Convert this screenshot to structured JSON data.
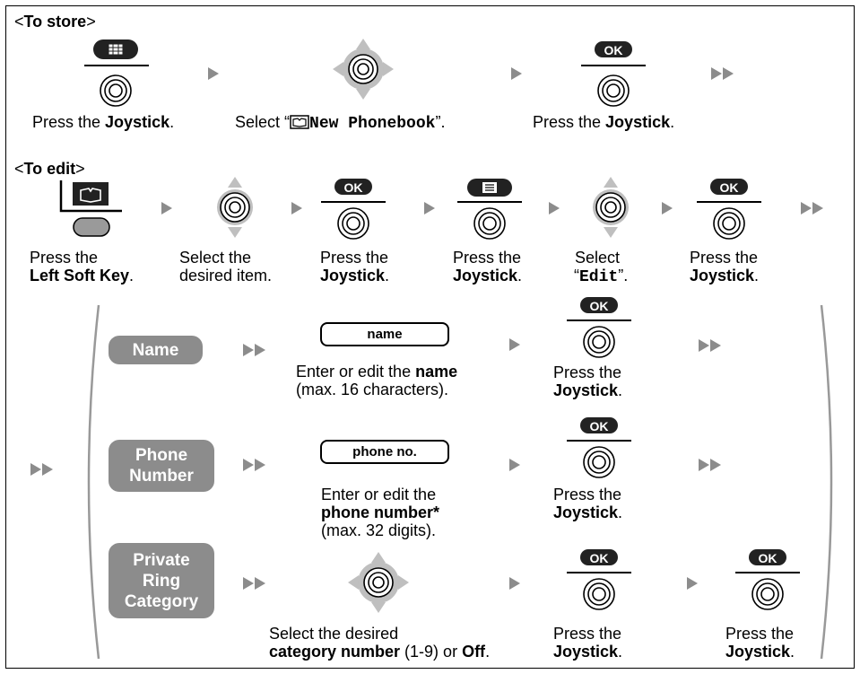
{
  "store": {
    "heading_pre": "<",
    "heading": "To store",
    "heading_post": ">",
    "s1_pre": "Press the ",
    "s1_bold": "Joystick",
    "s1_post": ".",
    "s2_pre": "Select “",
    "s2_mono": "New Phonebook",
    "s2_post": "”.",
    "s3_pre": "Press the ",
    "s3_bold": "Joystick",
    "s3_post": "."
  },
  "edit": {
    "heading_pre": "<",
    "heading": "To edit",
    "heading_post": ">",
    "s1_l1": "Press the",
    "s1_l2": "Left Soft Key",
    "s1_l2_post": ".",
    "s2_l1": "Select the",
    "s2_l2": "desired item.",
    "s3_l1": "Press the",
    "s3_l2": "Joystick",
    "s3_l2_post": ".",
    "s4_l1": "Press the",
    "s4_l2": "Joystick",
    "s4_l2_post": ".",
    "s5_l1": "Select",
    "s5_l2_pre": "“",
    "s5_l2_mono": "Edit",
    "s5_l2_post": "”.",
    "s6_l1": "Press the",
    "s6_l2": "Joystick",
    "s6_l2_post": "."
  },
  "ok_label": "OK",
  "items": {
    "name": {
      "pill": "Name",
      "field": "name",
      "d1_pre": "Enter or edit the ",
      "d1_bold": "name",
      "d2": "(max. 16 characters).",
      "p_l1": "Press the",
      "p_l2": "Joystick",
      "p_l2_post": "."
    },
    "phone": {
      "pill_l1": "Phone",
      "pill_l2": "Number",
      "field": "phone no.",
      "d1": "Enter or edit the",
      "d2": "phone number*",
      "d3": "(max. 32 digits).",
      "p_l1": "Press the",
      "p_l2": "Joystick",
      "p_l2_post": "."
    },
    "ring": {
      "pill_l1": "Private",
      "pill_l2": "Ring",
      "pill_l3": "Category",
      "d1": "Select the desired",
      "d2_b1": "category number",
      "d2_mid": " (1-9) or ",
      "d2_b2": "Off",
      "d2_post": ".",
      "p1_l1": "Press the",
      "p1_l2": "Joystick",
      "p1_l2_post": ".",
      "p2_l1": "Press the",
      "p2_l2": "Joystick",
      "p2_l2_post": "."
    }
  },
  "icons": [
    "menu-button-icon",
    "joystick-press-icon",
    "joystick-navigate-icon",
    "ok-button-icon",
    "phonebook-icon",
    "left-soft-key-icon",
    "list-menu-icon",
    "joystick-updown-icon",
    "next-step-arrow-icon",
    "continue-double-arrow-icon"
  ]
}
